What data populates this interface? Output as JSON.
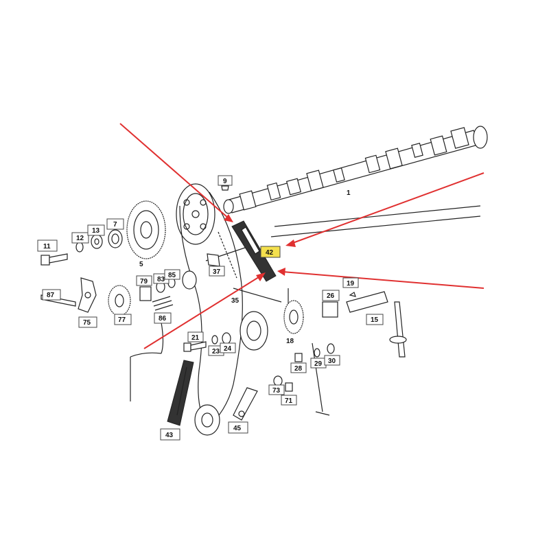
{
  "colors": {
    "arrow": "#e03030",
    "highlight": "#f4e04d",
    "line": "#222222"
  },
  "labels": {
    "l1": "1",
    "l5": "5",
    "l7": "7",
    "l9": "9",
    "l11": "11",
    "l12": "12",
    "l13": "13",
    "l15": "15",
    "l18": "18",
    "l19": "19",
    "l21": "21",
    "l23": "23",
    "l24": "24",
    "l26": "26",
    "l28": "28",
    "l29": "29",
    "l30": "30",
    "l35": "35",
    "l37": "37",
    "l42": "42",
    "l43": "43",
    "l45": "45",
    "l71": "71",
    "l73": "73",
    "l75": "75",
    "l77": "77",
    "l79": "79",
    "l83": "83",
    "l85": "85",
    "l86": "86",
    "l87": "87"
  }
}
